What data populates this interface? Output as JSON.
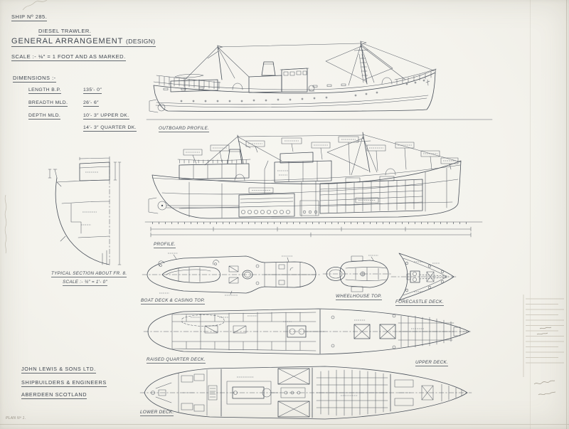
{
  "sheet": {
    "ship_no": "SHIP Nº 285.",
    "vessel_type": "DIESEL TRAWLER.",
    "title": "GENERAL ARRANGEMENT",
    "title_suffix": "(DESIGN)",
    "scale_note": "SCALE :- ⅛″ = 1 FOOT AND AS MARKED.",
    "plan_no": "PLAN Nº 1."
  },
  "dimensions": {
    "heading": "DIMENSIONS :-",
    "rows": [
      {
        "label": "LENGTH  B.P.",
        "value": "135′- 0″"
      },
      {
        "label": "BREADTH  MLD.",
        "value": "26′- 6″"
      },
      {
        "label": "DEPTH  MLD.",
        "value": "10′- 3″  UPPER  DK."
      },
      {
        "label": "",
        "value": "14′- 3″  QUARTER  DK."
      }
    ]
  },
  "views": {
    "outboard_profile": {
      "label": "OUTBOARD  PROFILE."
    },
    "profile": {
      "label": "PROFILE."
    },
    "typical_section": {
      "label": "TYPICAL  SECTION  ABOUT  FR. 8.",
      "scale": "SCALE :- ¼″ = 1′- 0″"
    },
    "boat_deck": {
      "label": "BOAT DECK & CASING TOP."
    },
    "wheelhouse_top": {
      "label": "WHEELHOUSE  TOP."
    },
    "forecastle_deck": {
      "label": "FORECASTLE  DECK."
    },
    "raised_quarter_deck": {
      "label": "RAISED  QUARTER  DECK."
    },
    "upper_deck": {
      "label": "UPPER  DECK."
    },
    "lower_deck": {
      "label": "LOWER  DECK."
    }
  },
  "builder": {
    "name": "JOHN  LEWIS  &  SONS  LTD.",
    "trade": "SHIPBUILDERS  &  ENGINEERS",
    "location": "ABERDEEN   SCOTLAND"
  },
  "colors": {
    "ink": "#49505a",
    "paper": "#f4f3ed",
    "pencil": "#c6c1b4"
  }
}
